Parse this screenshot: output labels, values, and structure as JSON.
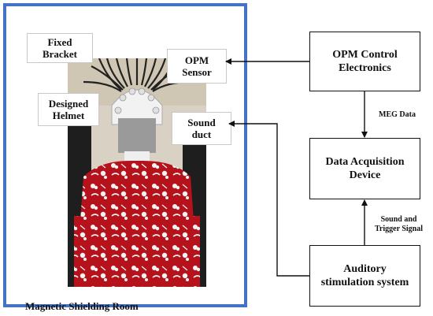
{
  "room": {
    "label": "Magnetic Shielding Room"
  },
  "photo_labels": {
    "fixed_bracket": "Fixed\nBracket",
    "opm_sensor": "OPM\nSensor",
    "designed_helmet": "Designed\nHelmet",
    "sound_duct": "Sound\nduct"
  },
  "nodes": {
    "opm_control": "OPM Control\nElectronics",
    "data_acquisition": "Data Acquisition\nDevice",
    "auditory_stim": "Auditory\nstimulation system"
  },
  "edges": {
    "meg_data": "MEG Data",
    "sound_trigger": "Sound and\nTrigger Signal"
  },
  "colors": {
    "room_border": "#4472c4",
    "shirt": "#b5121b"
  }
}
